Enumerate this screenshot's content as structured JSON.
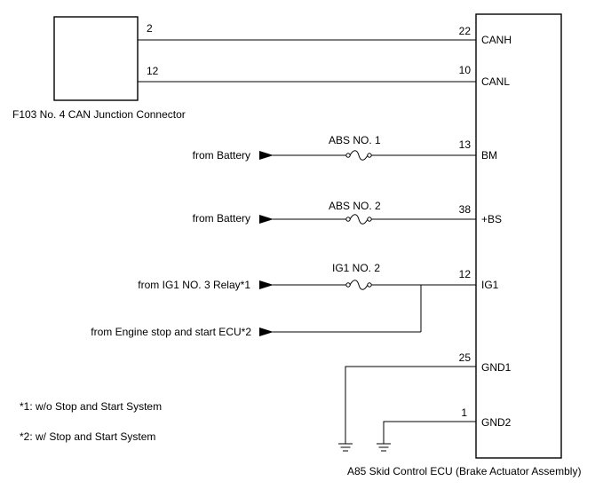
{
  "junction_connector": {
    "label": "F103  No. 4 CAN Junction Connector",
    "pins": {
      "canh": "2",
      "canl": "12"
    }
  },
  "ecu": {
    "label": "A85  Skid Control ECU (Brake Actuator Assembly)",
    "terminals": [
      {
        "key": "canh",
        "pin": "22",
        "name": "CANH"
      },
      {
        "key": "canl",
        "pin": "10",
        "name": "CANL"
      },
      {
        "key": "bm",
        "pin": "13",
        "name": "BM"
      },
      {
        "key": "bs",
        "pin": "38",
        "name": "+BS"
      },
      {
        "key": "ig1",
        "pin": "12",
        "name": "IG1"
      },
      {
        "key": "gnd1",
        "pin": "25",
        "name": "GND1"
      },
      {
        "key": "gnd2",
        "pin": "1",
        "name": "GND2"
      }
    ]
  },
  "fuses": {
    "abs1": "ABS NO. 1",
    "abs2": "ABS NO. 2",
    "ig1": "IG1 NO. 2"
  },
  "sources": {
    "battery1": "from Battery",
    "battery2": "from Battery",
    "ig1_relay": "from IG1 NO. 3 Relay*1",
    "engine_ecu": "from Engine stop and start ECU*2"
  },
  "notes": {
    "note1": "*1: w/o Stop and Start System",
    "note2": "*2: w/ Stop and Start System"
  }
}
